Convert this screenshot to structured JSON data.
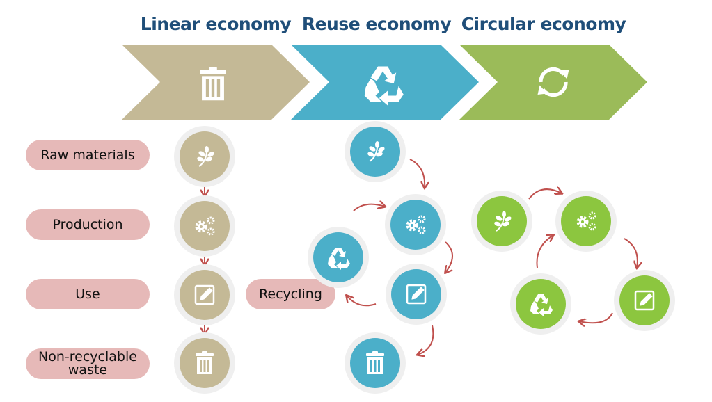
{
  "columns": [
    {
      "title": "Linear economy",
      "icon": "trash-icon",
      "color": "#c4b996"
    },
    {
      "title": "Reuse economy",
      "icon": "recycle-icon",
      "color": "#4bafc9"
    },
    {
      "title": "Circular economy",
      "icon": "refresh-icon",
      "color": "#9bbb59"
    }
  ],
  "stages": {
    "raw_materials": "Raw materials",
    "production": "Production",
    "use": "Use",
    "waste_line1": "Non-recyclable",
    "waste_line2": "waste",
    "recycling": "Recycling"
  },
  "colors": {
    "title": "#1f4e79",
    "pill": "#e6b9b8",
    "arrow": "#c0504d",
    "circle_green": "#8cc63f"
  }
}
